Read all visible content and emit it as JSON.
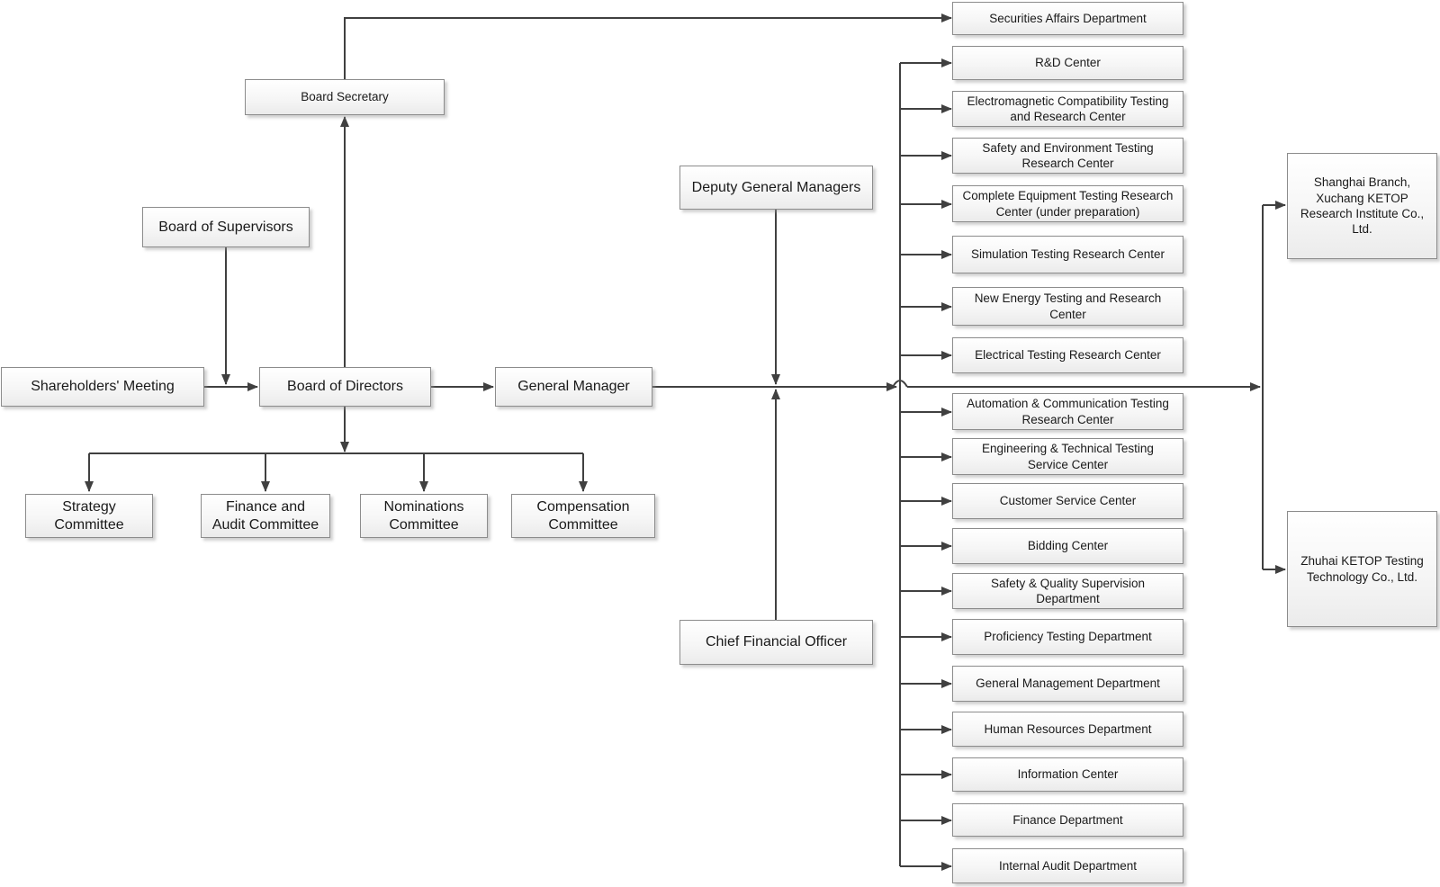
{
  "diagram_type": "organizational-chart",
  "colors": {
    "background": "#ffffff",
    "line": "#404040",
    "box_border": "#8c8c8c",
    "box_fill_top": "#ffffff",
    "box_fill_bottom": "#ebebeb",
    "text": "#1a1a1a"
  },
  "nodes": {
    "shareholders_meeting": "Shareholders' Meeting",
    "board_of_supervisors": "Board of Supervisors",
    "board_secretary": "Board Secretary",
    "board_of_directors": "Board of Directors",
    "general_manager": "General Manager",
    "deputy_general_managers": "Deputy General Managers",
    "chief_financial_officer": "Chief Financial Officer",
    "shanghai_branch": "Shanghai Branch,\nXuchang KETOP\nResearch Institute Co.,\nLtd.",
    "zhuhai_subsidiary": "Zhuhai KETOP Testing\nTechnology Co., Ltd."
  },
  "committees": [
    "Strategy\nCommittee",
    "Finance and\nAudit Committee",
    "Nominations\nCommittee",
    "Compensation\nCommittee"
  ],
  "departments": [
    "Securities Affairs Department",
    "R&D Center",
    "Electromagnetic Compatibility Testing\nand Research Center",
    "Safety and Environment Testing\nResearch Center",
    "Complete Equipment Testing Research\nCenter (under preparation)",
    "Simulation Testing Research Center",
    "New Energy Testing and Research\nCenter",
    "Electrical Testing Research Center",
    "Automation & Communication Testing\nResearch Center",
    "Engineering & Technical Testing\nService Center",
    "Customer Service Center",
    "Bidding Center",
    "Safety & Quality Supervision\nDepartment",
    "Proficiency Testing Department",
    "General Management Department",
    "Human Resources Department",
    "Information Center",
    "Finance Department",
    "Internal Audit Department"
  ]
}
